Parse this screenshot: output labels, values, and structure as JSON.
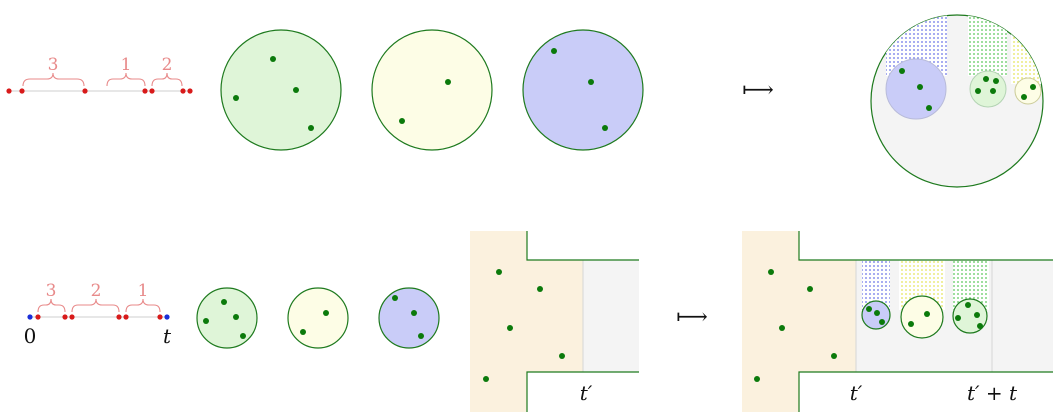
{
  "colors": {
    "green_fill": "#dff5d8",
    "yellow_fill": "#fdfde6",
    "blue_fill": "#c9ccf8",
    "edge_green": "#1e7a1e",
    "dot_green": "#0b7a0b",
    "dot_red": "#d81a1a",
    "dot_blue": "#1a2ed8",
    "label_red": "#e88a8a",
    "tan_fill": "#fbf1de",
    "grey_fill": "#f4f4f4"
  },
  "top": {
    "segment_labels": [
      "3",
      "1",
      "2"
    ],
    "maps_to": "⟼"
  },
  "bottom": {
    "segment_labels": [
      "3",
      "2",
      "1"
    ],
    "origin_label": "0",
    "end_label": "t",
    "time_label_before": "t′",
    "time_label_after_1": "t′",
    "time_label_after_2": "t′ + t",
    "maps_to": "⟼"
  }
}
